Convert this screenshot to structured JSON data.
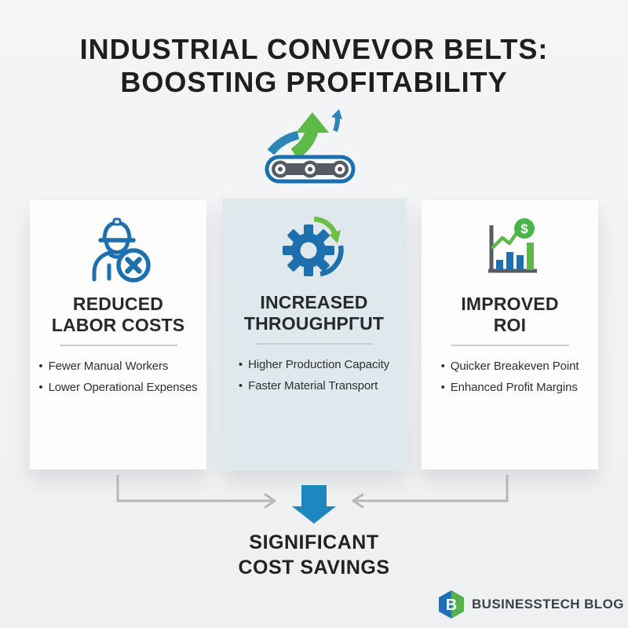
{
  "title": {
    "line1": "INDUSTRIAL CONVEVOR BELTS:",
    "line2": "BOOSTING PROFITABILITY"
  },
  "cards": [
    {
      "icon": "worker-x-icon",
      "title_line1": "REDUCED",
      "title_line2": "LABOR COSTS",
      "bullets": [
        "Fewer Manual Workers",
        "Lower Operational Expenses"
      ]
    },
    {
      "icon": "gear-cycle-icon",
      "title_line1": "INCREASED",
      "title_line2": "THROUGHPΓUT",
      "bullets": [
        "Higher Production Capacity",
        "Faster Material Transport"
      ]
    },
    {
      "icon": "bar-chart-dollar-icon",
      "dollar": "$",
      "title_line1": "IMPROVED",
      "title_line2": "ROI",
      "bullets": [
        "Quicker Breakeven Point",
        "Enhanced Profit Margins"
      ]
    }
  ],
  "conclusion": {
    "line1": "SIGNIFICANT",
    "line2": "COST SAVINGS"
  },
  "brand": {
    "monogram": "B",
    "name": "BUSINESSTECH BLOG"
  },
  "colors": {
    "icon_blue": "#1e6fad",
    "swoosh_blue": "#2e86b8",
    "green": "#5cb947",
    "arrow_blue": "#1e87c2",
    "alt_card_bg": "#dfe9ed",
    "connector_gray": "#b5b8ba",
    "roller_gray": "#555b60",
    "title_text": "#1d1f21"
  }
}
